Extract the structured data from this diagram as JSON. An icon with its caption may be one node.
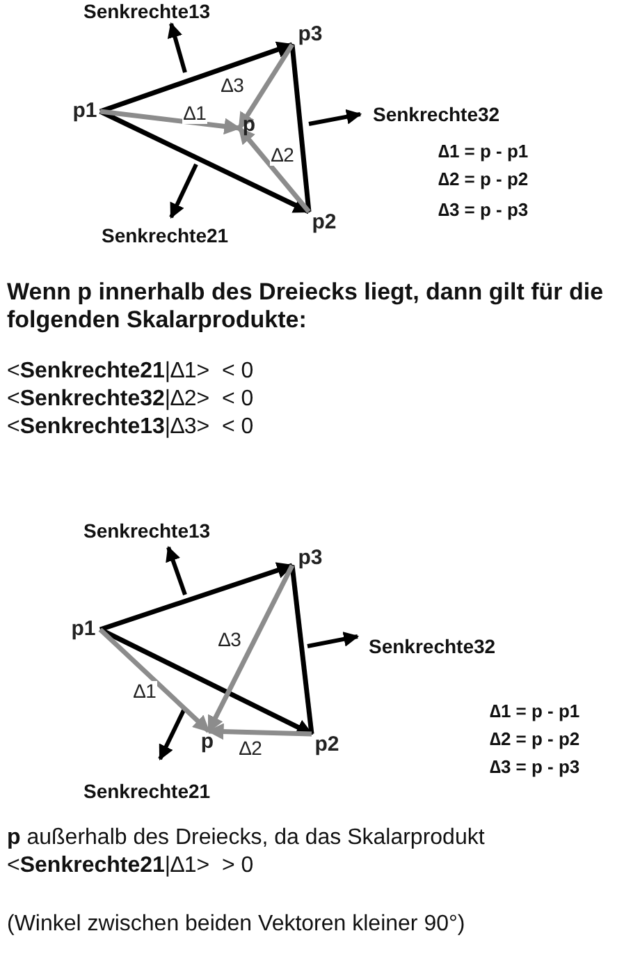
{
  "diagram": {
    "nodes": [
      {
        "text": [
          "p1"
        ]
      },
      {
        "text": [
          "p2"
        ]
      },
      {
        "text": [
          "p3"
        ]
      },
      {
        "text": [
          "p"
        ]
      },
      {
        "text": [
          "p1"
        ]
      },
      {
        "text": [
          "p2"
        ]
      },
      {
        "text": [
          "p3"
        ]
      },
      {
        "text": [
          "p"
        ]
      }
    ],
    "edges": [
      {
        "from": 0,
        "to": 2,
        "arrow": "to",
        "color": "#000000"
      },
      {
        "from": 0,
        "to": 1,
        "arrow": "to",
        "color": "#000000"
      },
      {
        "from": 2,
        "to": 1,
        "arrow": "none",
        "color": "#000000"
      },
      {
        "from": 0,
        "to": 3,
        "arrow": "to",
        "label": "∆1",
        "color": "#8c8c8c"
      },
      {
        "from": 1,
        "to": 3,
        "arrow": "to",
        "label": "∆2",
        "color": "#8c8c8c"
      },
      {
        "from": 2,
        "to": 3,
        "arrow": "to",
        "label": "∆3",
        "color": "#8c8c8c"
      },
      {
        "from": 4,
        "to": 6,
        "arrow": "to",
        "color": "#000000"
      },
      {
        "from": 4,
        "to": 5,
        "arrow": "to",
        "color": "#000000"
      },
      {
        "from": 6,
        "to": 5,
        "arrow": "none",
        "color": "#000000"
      },
      {
        "from": 4,
        "to": 7,
        "arrow": "to",
        "label": "∆1",
        "color": "#8c8c8c"
      },
      {
        "from": 5,
        "to": 7,
        "arrow": "to",
        "label": "∆2",
        "color": "#8c8c8c"
      },
      {
        "from": 6,
        "to": 7,
        "arrow": "to",
        "label": "∆3",
        "color": "#8c8c8c"
      }
    ],
    "labels": [
      "Senkrechte13",
      "Senkrechte32",
      "∆1 = p - p1",
      "∆2 = p - p2",
      "∆3 = p - p3",
      "Senkrechte21",
      "Wenn p innerhalb des Dreiecks liegt, dann gilt für die folgenden Skalarprodukte:",
      "<**Senkrechte21**|∆1>  < 0",
      "<**Senkrechte32**|∆2>  < 0",
      "<**Senkrechte13**|∆3>  < 0",
      "Senkrechte13",
      "Senkrechte32",
      "∆1 = p - p1",
      "∆2 = p - p2",
      "∆3 = p - p3",
      "Senkrechte21",
      "**p** außerhalb des Dreiecks, da das Skalarprodukt <**Senkrechte21**|∆1>  > 0",
      "(Winkel zwischen beiden Vektoren kleiner 90°)"
    ]
  }
}
